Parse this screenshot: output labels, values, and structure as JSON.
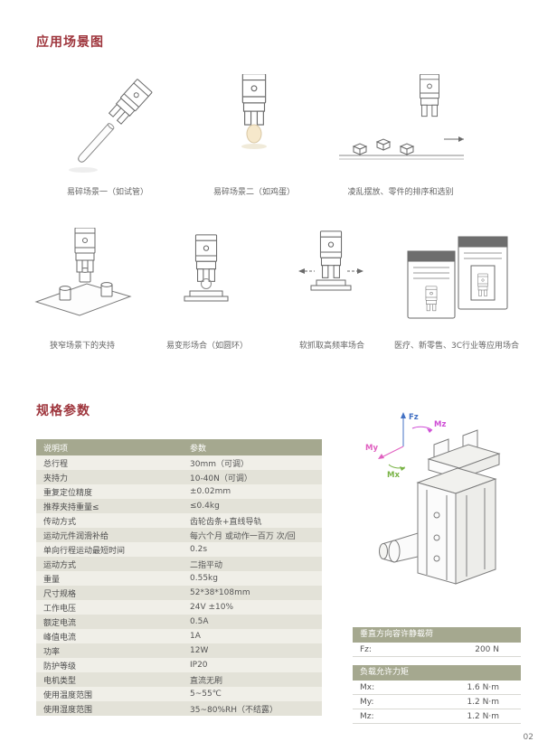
{
  "page_number": "02",
  "scenarios": {
    "title": "应用场景图",
    "row1": [
      {
        "caption": "易碎场景一（如试管）"
      },
      {
        "caption": "易碎场景二（如鸡蛋）"
      },
      {
        "caption": "凌乱摆放、零件的排序和选别"
      }
    ],
    "row2": [
      {
        "caption": "狭窄场景下的夹持"
      },
      {
        "caption": "易变形场合（如圆环）"
      },
      {
        "caption": "软抓取高频率场合"
      },
      {
        "caption": "医疗、新零售、3C行业等应用场合"
      }
    ]
  },
  "specs": {
    "title": "规格参数",
    "table": {
      "headers": [
        "说明项",
        "参数"
      ],
      "rows": [
        [
          "总行程",
          "30mm（可调）"
        ],
        [
          "夹持力",
          "10-40N（可调）"
        ],
        [
          "重复定位精度",
          "±0.02mm"
        ],
        [
          "推荐夹持重量≤",
          "≤0.4kg"
        ],
        [
          "传动方式",
          "齿轮齿条+直线导轨"
        ],
        [
          "运动元件润滑补给",
          "每六个月 或动作一百万 次/回"
        ],
        [
          "单向行程运动最短时间",
          "0.2s"
        ],
        [
          "运动方式",
          "二指平动"
        ],
        [
          "重量",
          "0.55kg"
        ],
        [
          "尺寸规格",
          "52*38*108mm"
        ],
        [
          "工作电压",
          "24V ±10%"
        ],
        [
          "额定电流",
          "0.5A"
        ],
        [
          "峰值电流",
          "1A"
        ],
        [
          "功率",
          "12W"
        ],
        [
          "防护等级",
          "IP20"
        ],
        [
          "电机类型",
          "直流无刷"
        ],
        [
          "使用温度范围",
          "5~55℃"
        ],
        [
          "使用湿度范围",
          "35~80%RH（不结露）"
        ]
      ]
    },
    "axes": {
      "fz": "Fz",
      "mz": "Mz",
      "my": "My",
      "mx": "Mx"
    },
    "static_load": {
      "title": "垂直方向容许静载荷",
      "rows": [
        [
          "Fz:",
          "200 N"
        ]
      ]
    },
    "torque": {
      "title": "负载允许力矩",
      "rows": [
        [
          "Mx:",
          "1.6 N·m"
        ],
        [
          "My:",
          "1.2 N·m"
        ],
        [
          "Mz:",
          "1.2 N·m"
        ]
      ]
    }
  }
}
